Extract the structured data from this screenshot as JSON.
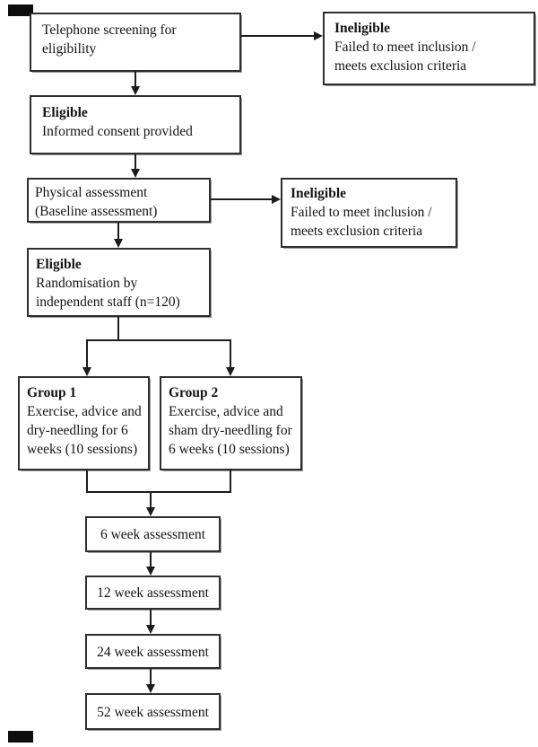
{
  "meta": {
    "diagram_type": "clinical-trial-flowchart",
    "background_color": "#ffffff",
    "box_border_color": "#2e2e2e",
    "connector_color": "#1c1c1c",
    "text_color": "#141414"
  },
  "boxes": {
    "telephone": {
      "lines": [
        "Telephone screening for",
        "eligibility"
      ]
    },
    "ineligible_top": {
      "title": "Ineligible",
      "lines": [
        "Failed to meet inclusion /",
        "meets exclusion criteria"
      ]
    },
    "eligible_consent": {
      "title": "Eligible",
      "lines": [
        "Informed consent provided"
      ]
    },
    "physical": {
      "lines": [
        "Physical assessment",
        "(Baseline assessment)"
      ]
    },
    "ineligible_mid": {
      "title": "Ineligible",
      "lines": [
        "Failed to meet inclusion /",
        "meets exclusion criteria"
      ]
    },
    "eligible_random": {
      "title": "Eligible",
      "lines": [
        "Randomisation by",
        "independent staff (n=120)"
      ]
    },
    "group1": {
      "title": "Group 1",
      "lines": [
        "Exercise, advice and",
        "dry-needling for 6",
        "weeks (10 sessions)"
      ]
    },
    "group2": {
      "title": "Group 2",
      "lines": [
        "Exercise, advice and",
        "sham dry-needling for",
        "6 weeks (10 sessions)"
      ]
    },
    "week6": {
      "lines": [
        "6 week assessment"
      ]
    },
    "week12": {
      "lines": [
        "12 week assessment"
      ]
    },
    "week24": {
      "lines": [
        "24 week assessment"
      ]
    },
    "week52": {
      "lines": [
        "52 week assessment"
      ]
    }
  }
}
